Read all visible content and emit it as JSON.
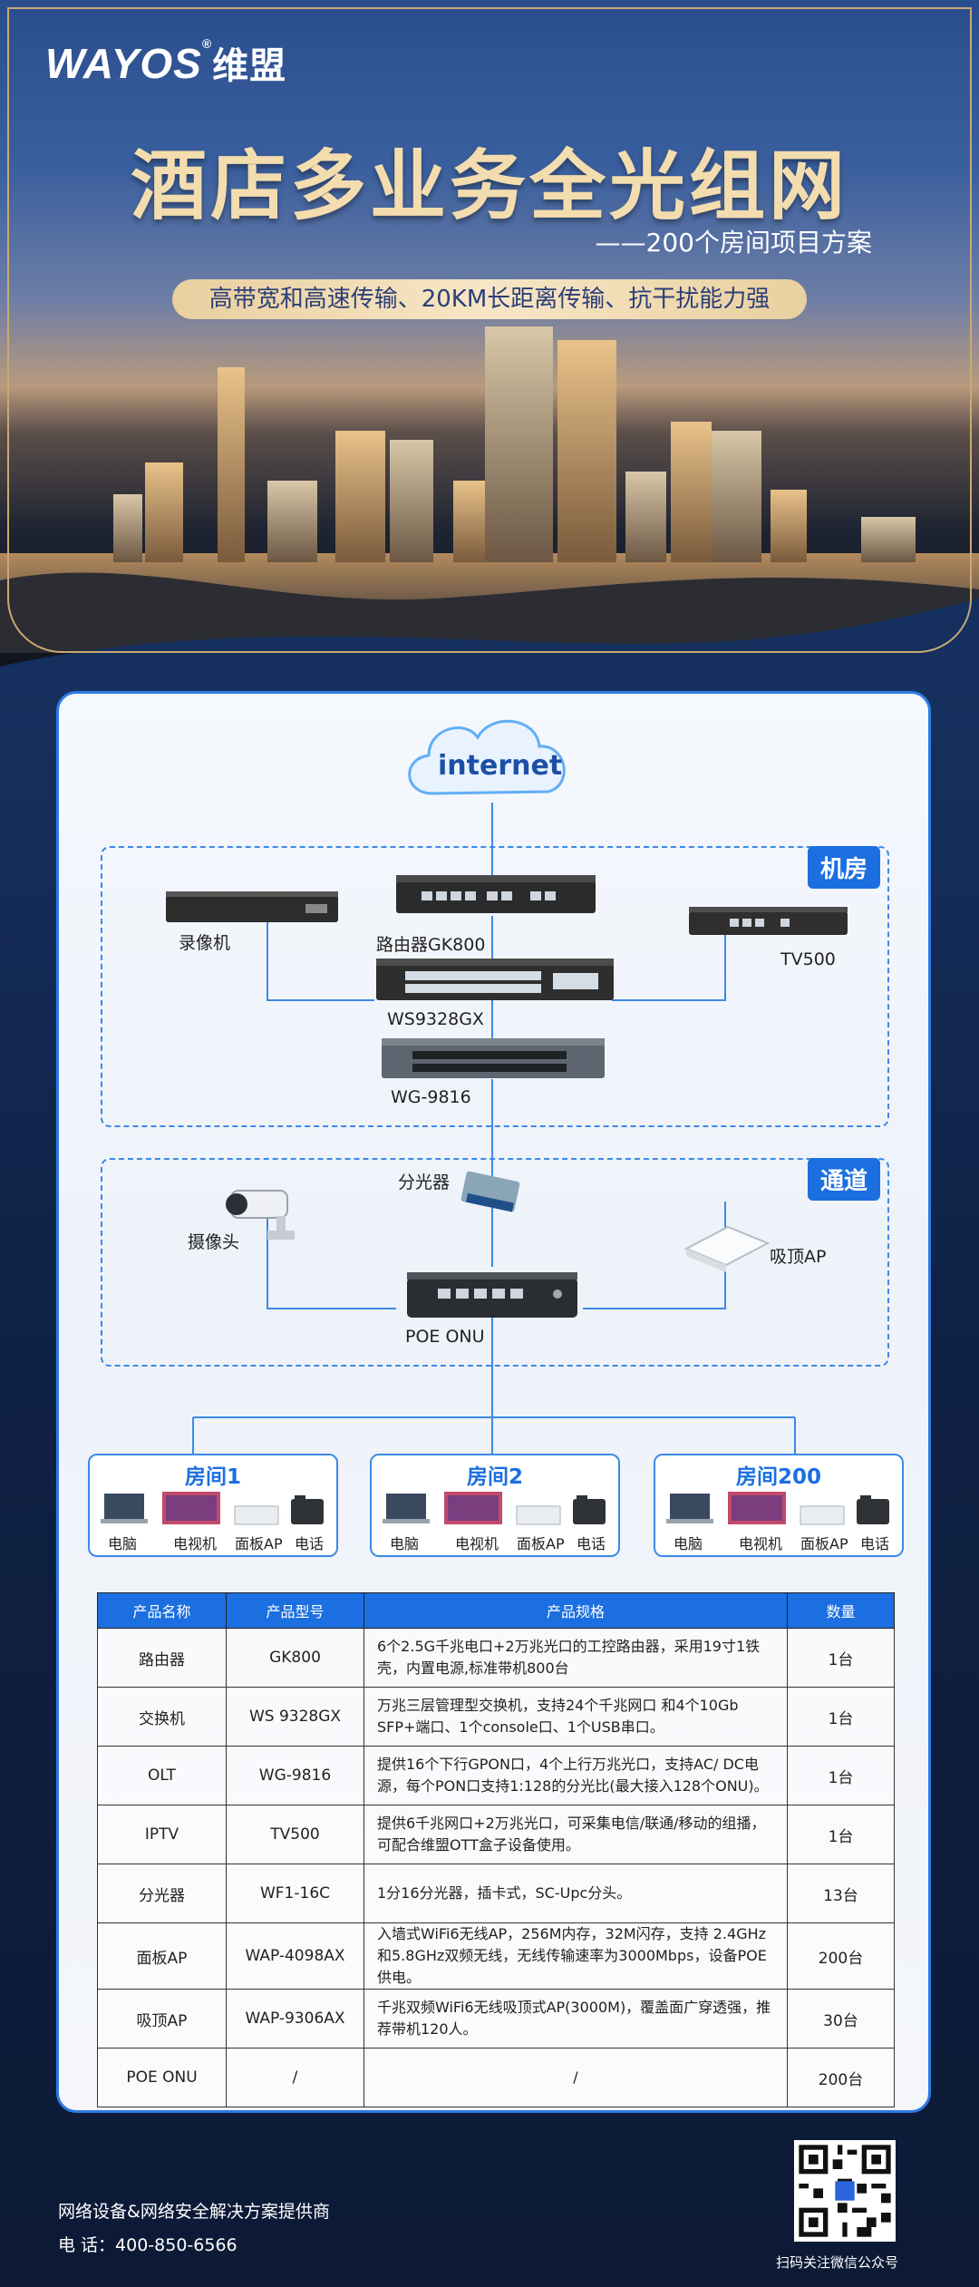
{
  "hero": {
    "logo": "WAYOS",
    "logo_reg": "®",
    "logo_cn": "维盟",
    "title": "酒店多业务全光组网",
    "subtitle": "——200个房间项目方案",
    "tagline": "高带宽和高速传输、20KM长距离传输、抗干扰能力强"
  },
  "diagram": {
    "cloud_label": "internet",
    "zone_server_room": "机房",
    "zone_corridor": "通道",
    "devices": {
      "nvr": "录像机",
      "router": "路由器GK800",
      "iptv": "TV500",
      "switch": "WS9328GX",
      "olt": "WG-9816",
      "splitter": "分光器",
      "camera": "摄像头",
      "ceiling_ap": "吸顶AP",
      "onu": "POE ONU"
    },
    "rooms": [
      {
        "title": "房间1",
        "items": [
          "电脑",
          "电视机",
          "面板AP",
          "电话"
        ]
      },
      {
        "title": "房间2",
        "items": [
          "电脑",
          "电视机",
          "面板AP",
          "电话"
        ]
      },
      {
        "title": "房间200",
        "items": [
          "电脑",
          "电视机",
          "面板AP",
          "电话"
        ]
      }
    ]
  },
  "table": {
    "headers": [
      "产品名称",
      "产品型号",
      "产品规格",
      "数量"
    ],
    "rows": [
      {
        "name": "路由器",
        "model": "GK800",
        "spec": "6个2.5G千兆电口+2万兆光口的工控路由器，采用19寸1铁壳，内置电源,标准带机800台",
        "qty": "1台"
      },
      {
        "name": "交换机",
        "model": "WS 9328GX",
        "spec": "万兆三层管理型交换机，支持24个千兆网口 和4个10Gb SFP+端口、1个console口、1个USB串口。",
        "qty": "1台"
      },
      {
        "name": "OLT",
        "model": "WG-9816",
        "spec": "提供16个下行GPON口，4个上行万兆光口，支持AC/ DC电源，每个PON口支持1:128的分光比(最大接入128个ONU)。",
        "qty": "1台"
      },
      {
        "name": "IPTV",
        "model": "TV500",
        "spec": "提供6千兆网口+2万兆光口，可采集电信/联通/移动的组播，可配合维盟OTT盒子设备使用。",
        "qty": "1台"
      },
      {
        "name": "分光器",
        "model": "WF1-16C",
        "spec": "1分16分光器，插卡式，SC-Upc分头。",
        "qty": "13台"
      },
      {
        "name": "面板AP",
        "model": "WAP-4098AX",
        "spec": "入墙式WiFi6无线AP，256M内存，32M闪存，支持 2.4GHz和5.8GHz双频无线，无线传输速率为3000Mbps，设备POE供电。",
        "qty": "200台"
      },
      {
        "name": "吸顶AP",
        "model": "WAP-9306AX",
        "spec": "千兆双频WiFi6无线吸顶式AP(3000M)，覆盖面广穿透强，推荐带机120人。",
        "qty": "30台"
      },
      {
        "name": "POE ONU",
        "model": "/",
        "spec": "/",
        "qty": "200台"
      }
    ]
  },
  "footer": {
    "tagline": "网络设备&网络安全解决方案提供商",
    "phone": "电 话：400-850-6566",
    "qr_caption": "扫码关注微信公众号"
  }
}
